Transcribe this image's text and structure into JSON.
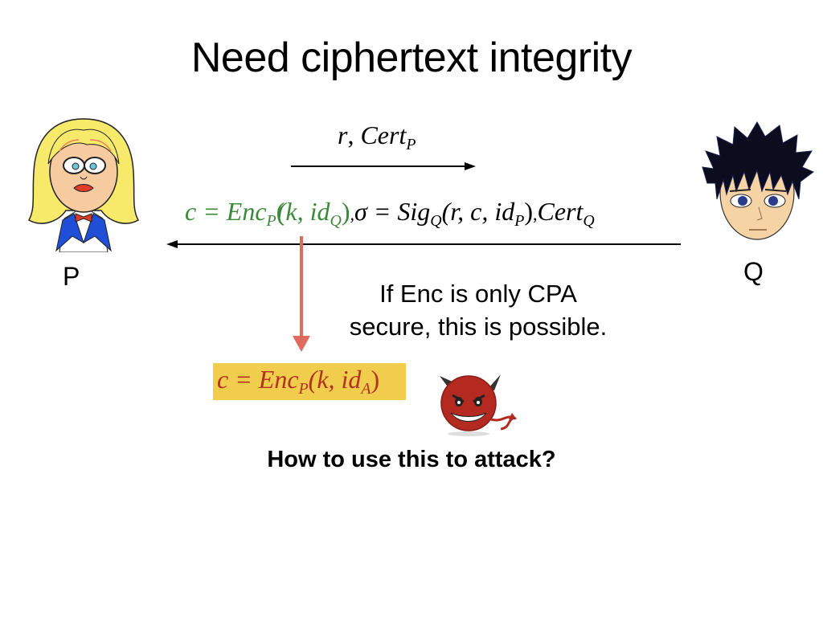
{
  "slide": {
    "title": "Need ciphertext integrity",
    "parties": {
      "left": {
        "label": "P",
        "avatar": "blonde-woman-avatar"
      },
      "right": {
        "label": "Q",
        "avatar": "dark-haired-man-avatar"
      }
    },
    "message1": {
      "direction": "P-to-Q",
      "r": "r",
      "sep": ", ",
      "cert": "Cert",
      "cert_sub": "P"
    },
    "message2": {
      "direction": "Q-to-P",
      "enc_part": {
        "lhs": "c = ",
        "func": "Enc",
        "func_sub": "P",
        "args_open": "(k, id",
        "args_sub": "Q",
        "args_close": ")",
        "color": "#3a8a37"
      },
      "sep1": ",",
      "sig_part": {
        "lhs": "σ = ",
        "func": "Sig",
        "func_sub": "Q",
        "args_open": "(r, c, id",
        "args_sub": "P",
        "args_close": ")"
      },
      "sep2": ",",
      "cert": "Cert",
      "cert_sub": "Q"
    },
    "note": {
      "line1": "If Enc is only CPA",
      "line2": "secure, this is possible."
    },
    "forged": {
      "lhs": "c = ",
      "func": "Enc",
      "func_sub": "P",
      "args_open": "(k, id",
      "args_sub": "A",
      "args_close": ")",
      "text_color": "#b3311f",
      "highlight_color": "#f0cd4d"
    },
    "adversary_icon": "devil-icon",
    "question": "How to use this to attack?",
    "colors": {
      "transform_arrow": "#e06a5e",
      "arrow": "#000000"
    }
  }
}
